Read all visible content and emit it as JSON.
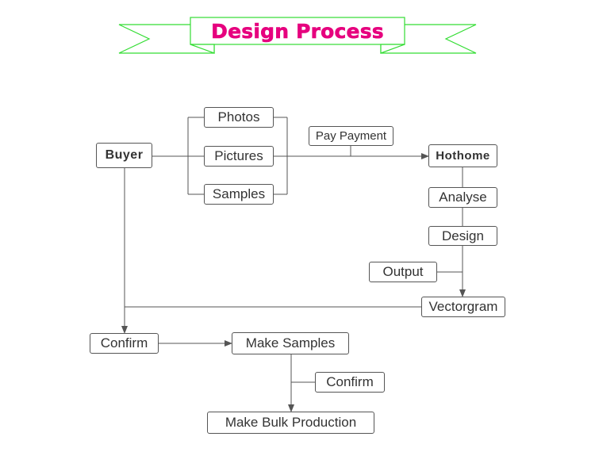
{
  "title": "Design Process",
  "colors": {
    "title": "#e6007e",
    "ribbon": "#33dd33",
    "line": "#555555",
    "text": "#333333"
  },
  "nodes": {
    "buyer": "Buyer",
    "photos": "Photos",
    "pictures": "Pictures",
    "samples": "Samples",
    "pay_payment": "Pay Payment",
    "hothome": "Hothome",
    "analyse": "Analyse",
    "design": "Design",
    "output": "Output",
    "vectorgram": "Vectorgram",
    "confirm_buyer": "Confirm",
    "make_samples": "Make Samples",
    "confirm_samples": "Confirm",
    "make_bulk": "Make Bulk Production"
  }
}
